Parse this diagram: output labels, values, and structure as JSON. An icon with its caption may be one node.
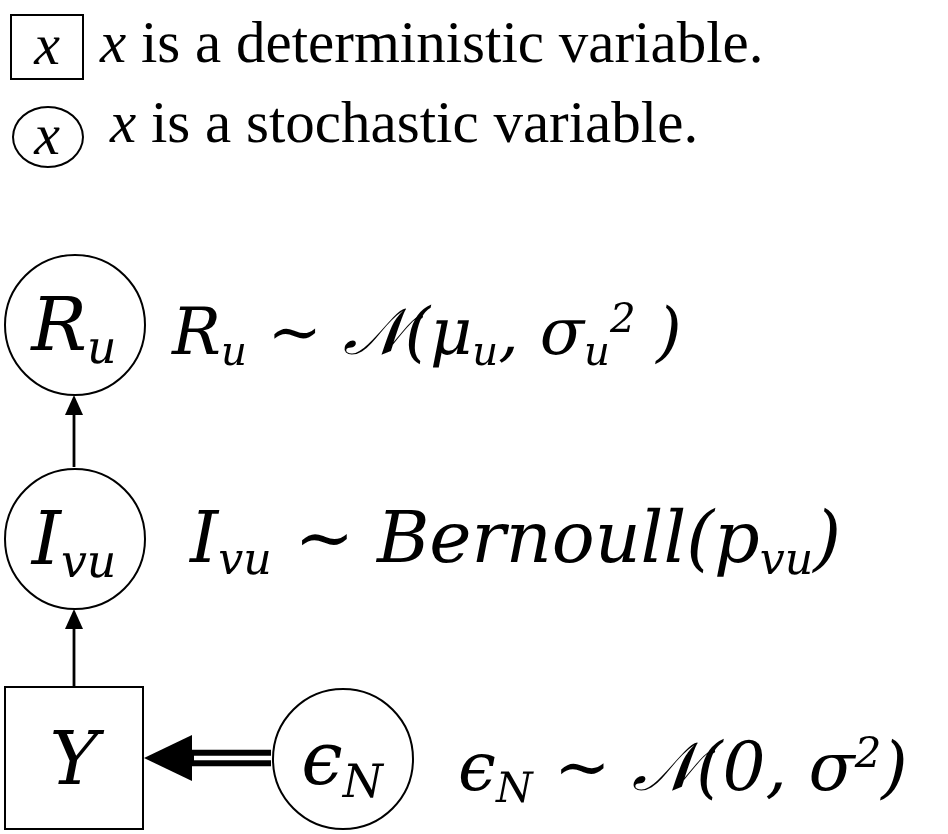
{
  "diagram": {
    "nodes": [
      {
        "text": [
          "x"
        ],
        "beside": [
          "*x* is a deterministic variable."
        ]
      },
      {
        "text": [
          "x"
        ],
        "beside": [
          "*x* is a stochastic variable."
        ]
      },
      {
        "text": [
          "R$_{u}$"
        ],
        "beside": [
          "R$_{u}$ ∼ 𝒩(μ$_{u}$, σ$_{u}$$^{2}$ )"
        ]
      },
      {
        "text": [
          "I$_{vu}$"
        ],
        "beside": [
          "I$_{vu}$ ∼ Bernoull(p$_{vu}$)"
        ]
      },
      {
        "text": [
          "Y"
        ]
      },
      {
        "text": [
          "ϵ$_{N}$"
        ],
        "beside": [
          "ϵ$_{N}$ ∼ 𝒩(0, σ$^{2}$)"
        ]
      }
    ],
    "edges": [
      {
        "from": 3,
        "to": 2,
        "arrow": "to"
      },
      {
        "from": 4,
        "to": 3,
        "arrow": "to"
      },
      {
        "from": 5,
        "to": 4,
        "arrow": "to",
        "style": "thick"
      }
    ]
  }
}
